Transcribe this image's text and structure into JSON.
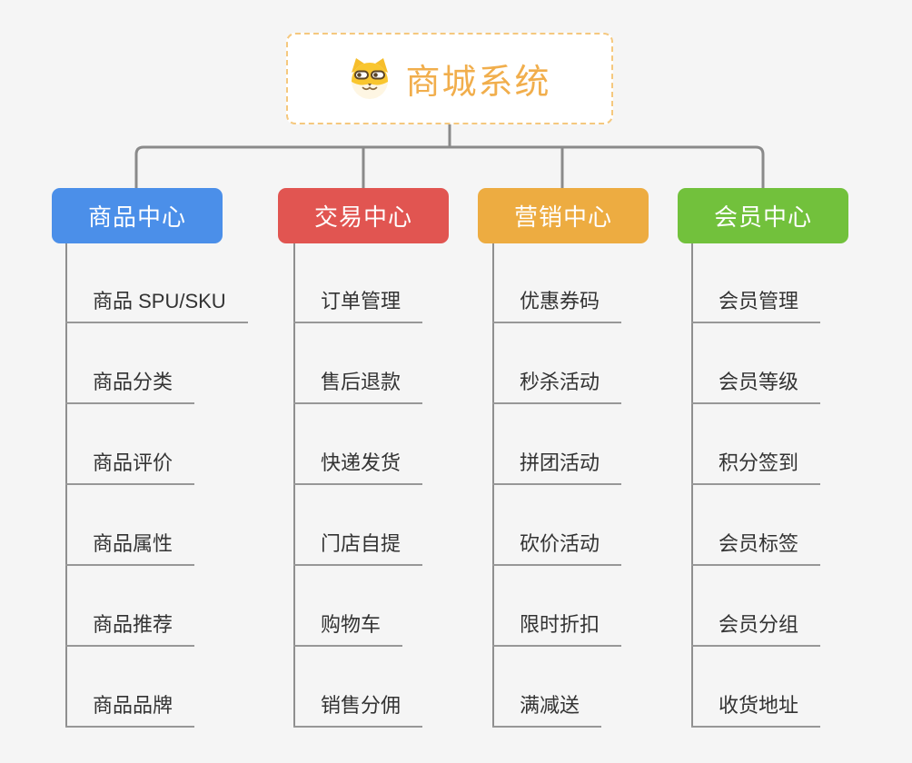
{
  "page": {
    "background_color": "#F5F5F5",
    "connector_color": "#8A8A8A"
  },
  "root": {
    "title": "商城系统",
    "icon": "dog-face-icon",
    "border_color": "#F5C87E",
    "title_color": "#F1AE4C"
  },
  "branches": [
    {
      "label": "商品中心",
      "color": "#4B8FE9",
      "children": [
        "商品 SPU/SKU",
        "商品分类",
        "商品评价",
        "商品属性",
        "商品推荐",
        "商品品牌"
      ]
    },
    {
      "label": "交易中心",
      "color": "#E15551",
      "children": [
        "订单管理",
        "售后退款",
        "快递发货",
        "门店自提",
        "购物车",
        "销售分佣"
      ]
    },
    {
      "label": "营销中心",
      "color": "#EDAC41",
      "children": [
        "优惠券码",
        "秒杀活动",
        "拼团活动",
        "砍价活动",
        "限时折扣",
        "满减送"
      ]
    },
    {
      "label": "会员中心",
      "color": "#72C13C",
      "children": [
        "会员管理",
        "会员等级",
        "积分签到",
        "会员标签",
        "会员分组",
        "收货地址"
      ]
    }
  ]
}
